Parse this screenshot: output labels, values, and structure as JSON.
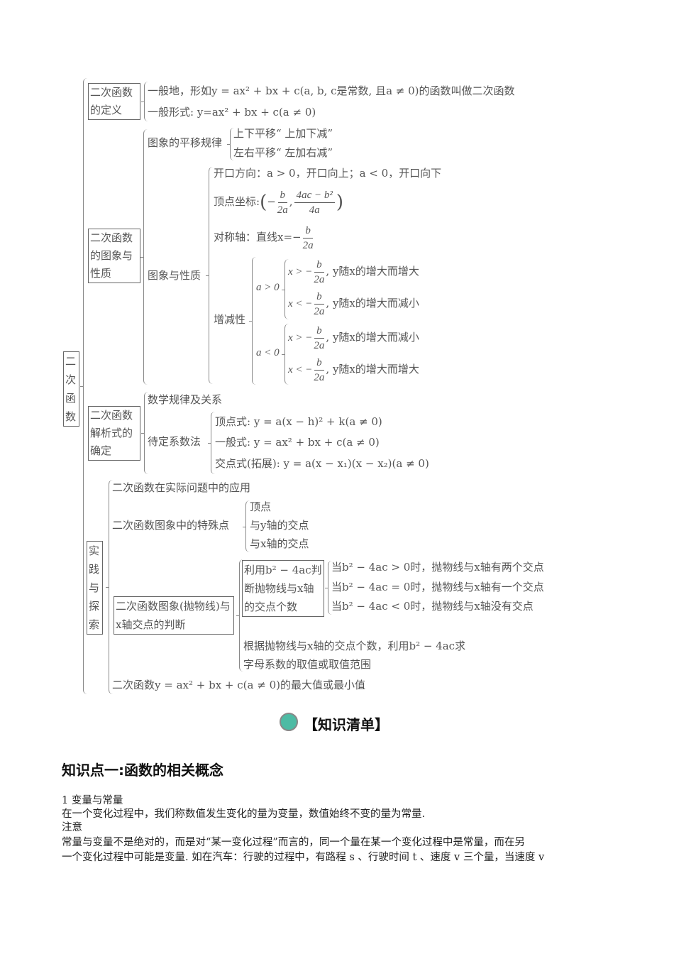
{
  "mindmap": {
    "root": "二次函数",
    "definition": {
      "label": "二次函数的定义",
      "line1": "一般地，形如y = ax² + bx + c(a, b, c是常数, 且a ≠ 0)的函数叫做二次函数",
      "line2": "一般形式: y=ax² + bx + c(a ≠ 0)"
    },
    "graph": {
      "label": "二次函数的图象与性质",
      "shift_label": "图象的平移规律",
      "shift_items": [
        "上下平移“ 上加下减”",
        "左右平移“ 左加右减”"
      ],
      "props_label": "图象与性质",
      "opening": "开口方向：a > 0，开口向上；a < 0，开口向下",
      "vertex_label": "顶点坐标:",
      "vertex_x_num": "b",
      "vertex_x_den": "2a",
      "vertex_y_num": "4ac − b²",
      "vertex_y_den": "4a",
      "axis_label": "对称轴：直线x=−",
      "axis_num": "b",
      "axis_den": "2a",
      "mono_label": "增减性",
      "a_pos": "a > 0",
      "a_neg": "a < 0",
      "x_gt": "x > −",
      "x_lt": "x < −",
      "frac_num": "b",
      "frac_den": "2a",
      "pos_gt": ", y随x的增大而增大",
      "pos_lt": ", y随x的增大而减小",
      "neg_gt": ", y随x的增大而减小",
      "neg_lt": ", y随x的增大而增大"
    },
    "analytic": {
      "label": "二次函数解析式的确定",
      "rule": "数学规律及关系",
      "method": "待定系数法",
      "forms": [
        "顶点式: y = a(x − h)² + k(a ≠ 0)",
        "一般式: y = ax² + bx + c(a ≠ 0)",
        "交点式(拓展): y = a(x − x₁)(x − x₂)(a ≠ 0)"
      ]
    },
    "practice": {
      "label": "实践与探索",
      "application": "二次函数在实际问题中的应用",
      "special_points": "二次函数图象中的特殊点",
      "special_items": [
        "顶点",
        "与y轴的交点",
        "与x轴的交点"
      ],
      "intersection_label": "二次函数图象(抛物线)与x轴交点的判断",
      "discriminant_label": "利用b² − 4ac判断抛物线与x轴的交点个数",
      "discriminant_items": [
        "当b² − 4ac > 0时，抛物线与x轴有两个交点",
        "当b² − 4ac = 0时，抛物线与x轴有一个交点",
        "当b² − 4ac < 0时，抛物线与x轴没有交点"
      ],
      "reverse_1": "根据抛物线与x轴的交点个数，利用b² − 4ac求",
      "reverse_2": "字母系数的取值或取值范围",
      "extremum": "二次函数y = ax² + bx + c(a ≠ 0)的最大值或最小值"
    }
  },
  "section_badge": {
    "label": "【知识清单】",
    "color": "#4dbba4"
  },
  "knowledge_point_title": "知识点一:函数的相关概念",
  "paragraphs": [
    "1 变量与常量",
    "在一个变化过程中，我们称数值发生变化的量为变量，数值始终不变的量为常量.",
    "注意",
    "常量与变量不是绝对的，而是对“某一变化过程”而言的，同一个量在某一个变化过程中是常量，而在另",
    "一个变化过程中可能是变量. 如在汽车：行驶的过程中，有路程 s 、行驶时间 t 、速度 v 三个量，当速度 v"
  ]
}
